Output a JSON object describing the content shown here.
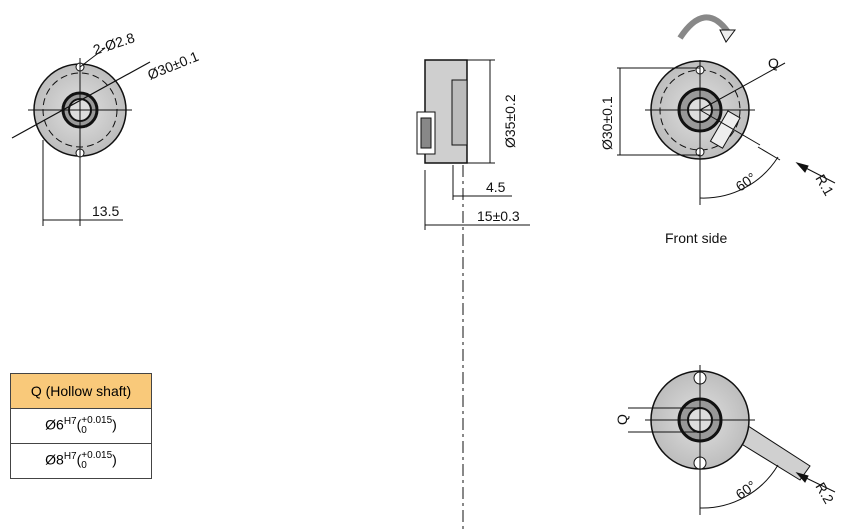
{
  "left_view": {
    "hole_label": "2-Ø2.8",
    "diameter_label": "Ø30±0.1",
    "offset_label": "13.5"
  },
  "side_view": {
    "diameter_label": "Ø35±0.2",
    "depth_label": "4.5",
    "length_label": "15±0.3"
  },
  "front_view": {
    "diameter_label": "Ø30±0.1",
    "shaft_label": "Q",
    "angle_label": "60°",
    "variant_label": "R.1",
    "caption": "Front side"
  },
  "cable_view": {
    "shaft_label": "Q",
    "angle_label": "60°",
    "variant_label": "R.2"
  },
  "shaft_table": {
    "header": "Q (Hollow shaft)",
    "rows": [
      {
        "base": "Ø6",
        "fit": "H7",
        "upper": "+0.015",
        "lower": "0"
      },
      {
        "base": "Ø8",
        "fit": "H7",
        "upper": "+0.015",
        "lower": "0"
      }
    ]
  },
  "colors": {
    "header_fill": "#f9c97a",
    "body_fill": "#c9c9c9"
  }
}
